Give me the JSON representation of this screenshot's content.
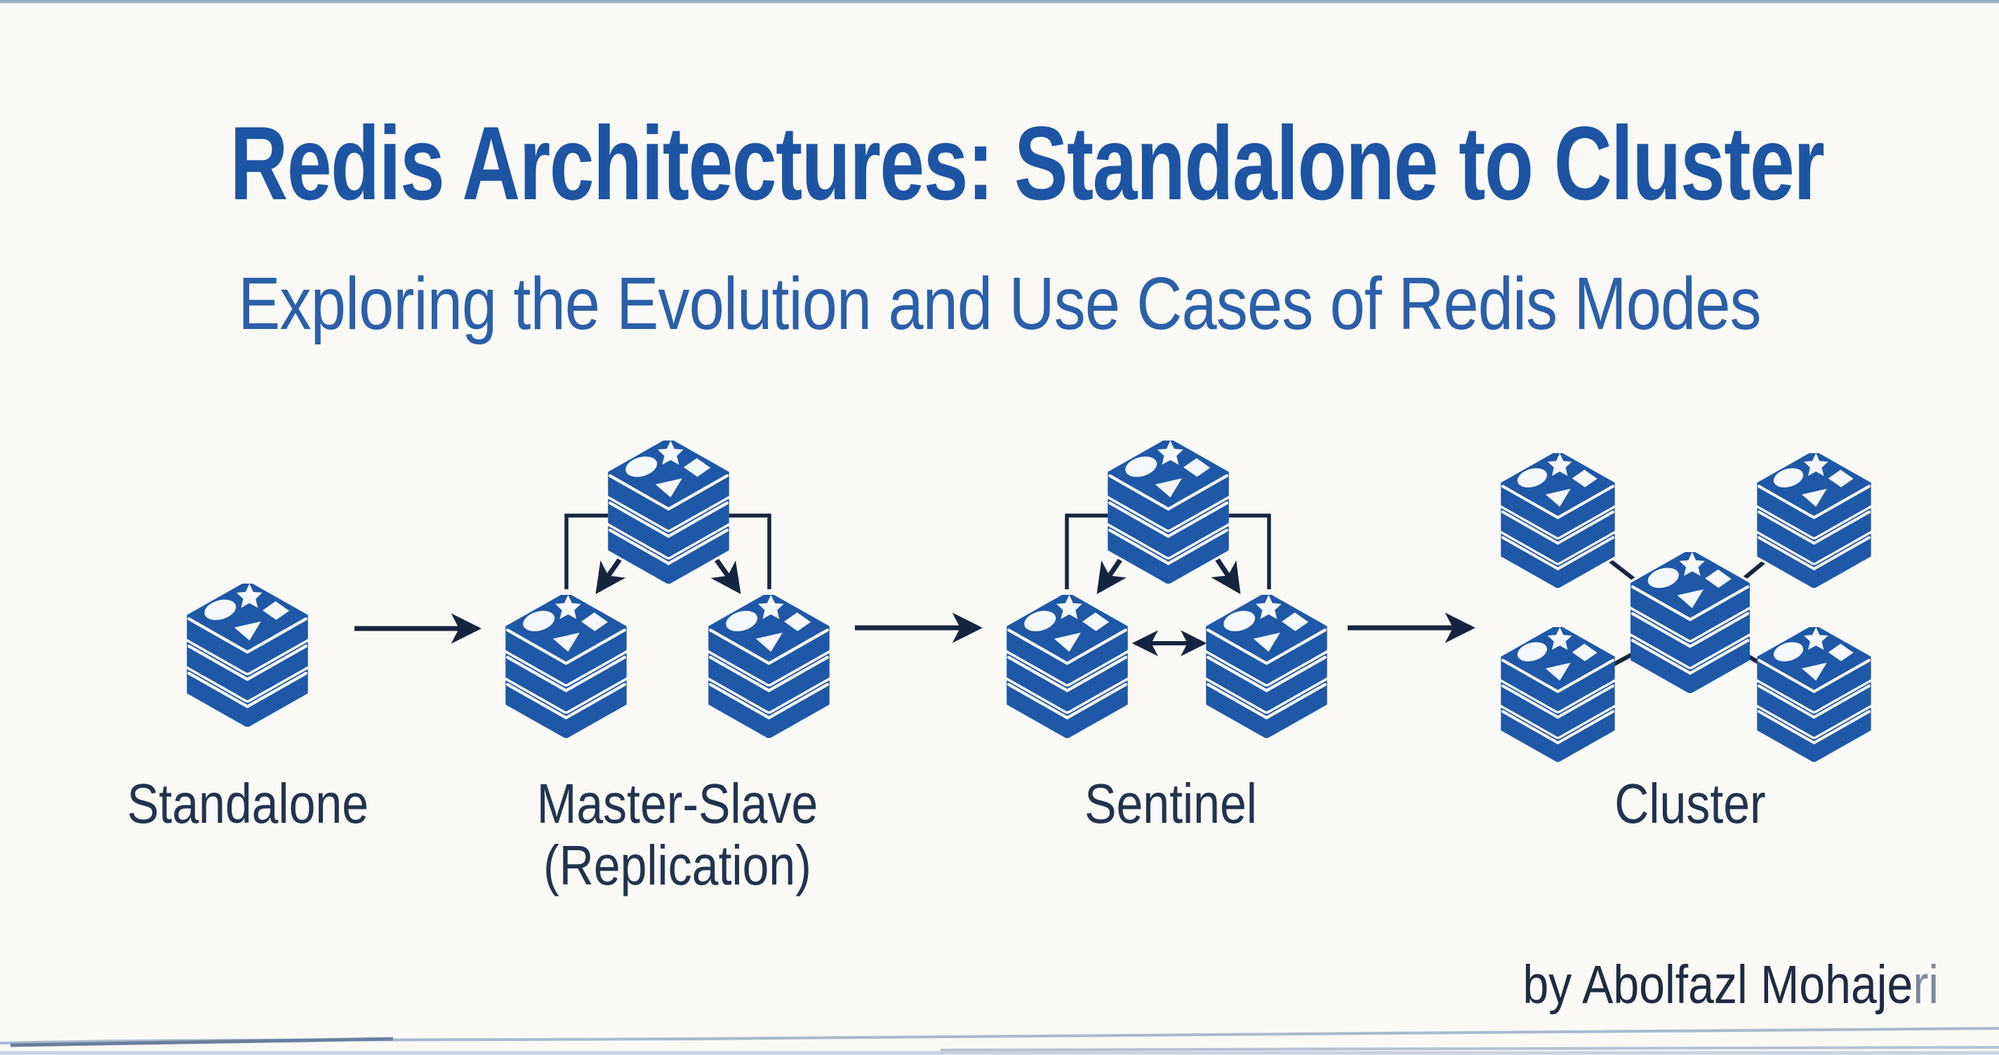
{
  "header": {
    "title": "Redis Architectures: Standalone to Cluster",
    "subtitle": "Exploring the Evolution and Use Cases of Redis Modes"
  },
  "diagram": {
    "icon": "redis-database-stack-icon",
    "sections": [
      {
        "id": "standalone",
        "label": "Standalone",
        "sublabel": "",
        "node_count": 1,
        "topology": "single node"
      },
      {
        "id": "master-slave",
        "label": "Master-Slave",
        "sublabel": "(Replication)",
        "node_count": 3,
        "topology": "master replicating to two slaves"
      },
      {
        "id": "sentinel",
        "label": "Sentinel",
        "sublabel": "",
        "node_count": 3,
        "topology": "master with two replicas linked by two-way arrow"
      },
      {
        "id": "cluster",
        "label": "Cluster",
        "sublabel": "",
        "node_count": 5,
        "topology": "central node meshed to four corner nodes"
      }
    ],
    "flow_arrow_count": 3
  },
  "footer": {
    "author_prefix": "by Abolfazl Mohaje",
    "author_suffix": "ri"
  },
  "colors": {
    "background": "#faf9f5",
    "title_blue": "#1d54a3",
    "subtitle_blue": "#2b5fa9",
    "stack_blue": "#1e58a6",
    "line_navy": "#16253f",
    "label_navy": "#22334e",
    "author_navy": "#1f2b41",
    "author_suffix_gray": "#7c8799"
  }
}
